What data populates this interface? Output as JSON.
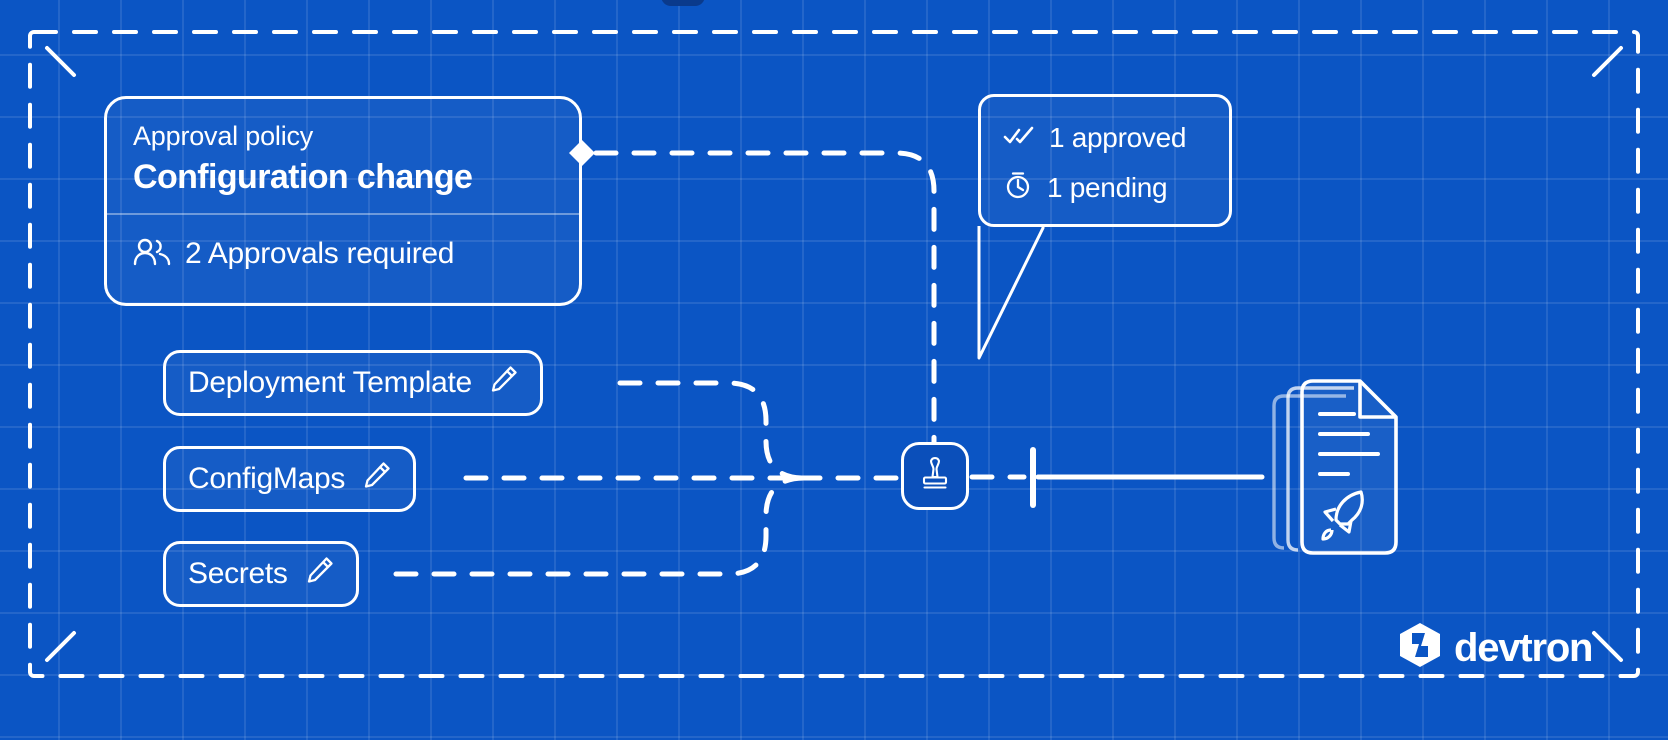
{
  "canvas": {
    "background_color": "#0b55c4",
    "grid_color": "#3b79d6",
    "line_color": "#ffffff"
  },
  "policy_card": {
    "name": "approval-policy-card",
    "subtitle": "Approval policy",
    "title": "Configuration change",
    "approvals_icon": "users-group-icon",
    "approvals_label": "2 Approvals required"
  },
  "config_pills": [
    {
      "id": "deployment-template",
      "label": "Deployment Template",
      "icon": "pencil-edit-icon"
    },
    {
      "id": "configmaps",
      "label": "ConfigMaps",
      "icon": "pencil-edit-icon"
    },
    {
      "id": "secrets",
      "label": "Secrets",
      "icon": "pencil-edit-icon"
    }
  ],
  "callout": {
    "name": "approval-status-callout",
    "rows": [
      {
        "id": "approved",
        "icon": "double-check-icon",
        "label": "1 approved"
      },
      {
        "id": "pending",
        "icon": "stopwatch-timer-icon",
        "label": "1 pending"
      }
    ]
  },
  "stamp_node": {
    "name": "approval-stamp-node",
    "icon": "rubber-stamp-icon"
  },
  "documents": {
    "name": "deployment-documents",
    "icon": "document-stack-rocket-icon"
  },
  "logo": {
    "name": "devtron-logo",
    "mark_icon": "devtron-hexagon-icon",
    "wordmark": "devtron"
  },
  "frame": {
    "name": "dashed-blueprint-frame",
    "style": "dashed"
  }
}
